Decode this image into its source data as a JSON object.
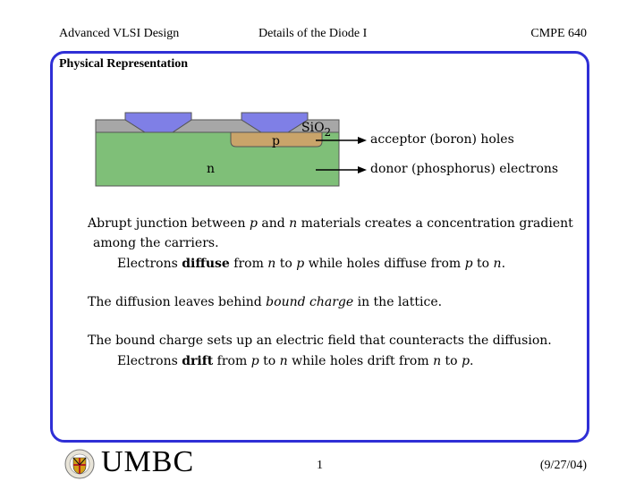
{
  "header": {
    "left": "Advanced VLSI Design",
    "center": "Details of the Diode I",
    "right": "CMPE 640"
  },
  "section_title": "Physical Representation",
  "diagram": {
    "oxide_label": "SiO",
    "oxide_subscript": "2",
    "p_label": "p",
    "n_label": "n",
    "acceptor_label": "acceptor (boron) holes",
    "donor_label": "donor (phosphorus) electrons",
    "colors": {
      "substrate_n": "#7fbf78",
      "p_region": "#c9a46a",
      "oxide": "#a7a7a7",
      "metal": "#7f7fe6"
    }
  },
  "text": {
    "p1_line1_a": "Abrupt junction between ",
    "p1_line1_p": "p",
    "p1_line1_b": " and ",
    "p1_line1_n": "n",
    "p1_line1_c": " materials creates a concentration gradient",
    "p1_line2": "among the carriers.",
    "p1_line3_a": "Electrons ",
    "p1_line3_bold": "diffuse",
    "p1_line3_b": " from ",
    "p1_line3_n": "n",
    "p1_line3_c": " to ",
    "p1_line3_p": "p",
    "p1_line3_d": " while holes diffuse from ",
    "p1_line3_p2": "p",
    "p1_line3_e": " to ",
    "p1_line3_n2": "n",
    "p1_line3_f": ".",
    "p2_a": "The diffusion leaves behind ",
    "p2_italic": "bound charge",
    "p2_b": " in the lattice.",
    "p3_line1": "The bound charge sets up an electric field that counteracts the diffusion.",
    "p3_line2_a": "Electrons ",
    "p3_line2_bold": "drift",
    "p3_line2_b": " from ",
    "p3_line2_p": "p",
    "p3_line2_c": " to ",
    "p3_line2_n": "n",
    "p3_line2_d": " while holes drift from ",
    "p3_line2_n2": "n",
    "p3_line2_e": " to ",
    "p3_line2_p2": "p",
    "p3_line2_f": "."
  },
  "footer": {
    "logo_text": "UMBC",
    "page": "1",
    "date": "(9/27/04)"
  }
}
